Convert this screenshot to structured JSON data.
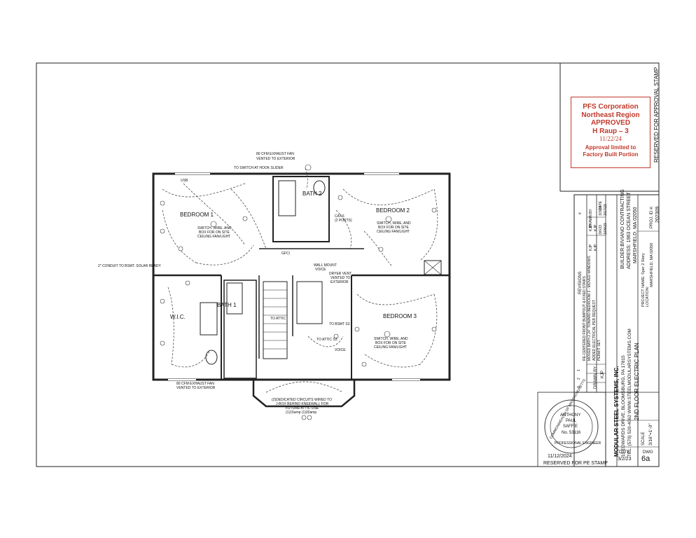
{
  "approval": {
    "line1": "PFS Corporation",
    "line2": "Northeast Region",
    "line3": "APPROVED",
    "line4": "H Raup – 3",
    "date": "11/22/24",
    "note1": "Approval limited to",
    "note2": "Factory Built Portion",
    "reserved_label": "RESERVED FOR APPROVAL STAMP"
  },
  "rooms": {
    "bedroom1": "BEDROOM 1",
    "bedroom2": "BEDROOM 2",
    "bedroom3": "BEDROOM 3",
    "bath1": "BATH 1",
    "bath2": "BATH 2",
    "wic": "W.I.C."
  },
  "notes": {
    "exhaust_top_1": "80 CFM EXHAUST FAN",
    "exhaust_top_2": "VENTED TO EXTERIOR",
    "switch_hook": "TO SWITCH AT HOOK SLIDER",
    "fan_note_1": "SWITCH, WIRE, AND",
    "fan_note_2": "BOX FOR ON SITE",
    "fan_note_3": "CEILING FAN/LIGHT",
    "conduit": "2\" CONDUIT TO BSMT. SOLAR READY",
    "wall_mount": "WALL MOUNT",
    "wall_mount_2": "VOICE",
    "dryer_1": "DRYER VENT",
    "dryer_2": "VENTED TO",
    "dryer_3": "EXTERIOR",
    "cat6": "CAT 6",
    "cat6_2": "(2 PORTS)",
    "to_attic": "TO ATTIC",
    "to_attic_s3": "TO ATTIC S3",
    "to_bsmt": "TO BSMT S3",
    "voice": "VOICE",
    "exhaust_bot_1": "80 CFM EXHAUST FAN",
    "exhaust_bot_2": "VENTED TO EXTERIOR",
    "dedicated_1": "(2)DEDICATED CIRCUITS WIRED TO",
    "dedicated_2": "J-BOX BEHIND KNEEWALL FOR",
    "dedicated_3": "FUTURE ATTIC USE",
    "dedicated_4": "(1)15amp (1)20amp",
    "gfci": "GFCI",
    "usb": "USB"
  },
  "title_block": {
    "company": "MODULAR STEEL SYSTEMS, INC.",
    "address": "11 EDWARDS DRIVE, BLOOMSBURG, PA 17815",
    "phone": "TEL: (570) 520-4062   WWW.STEELMODULARSYSTEMS.COM",
    "drawing_title": "2ND FLOOR ELECTRIC PLAN",
    "builder": "BUILDER:BIVIANO CONTRACTING",
    "builder_address": "ADDRESS: 1963 OCEAN STREET",
    "builder_city": "MARSHFIELD, MA 02050",
    "project_name": "PROJECT NAME: Sper 2 Story",
    "location": "LOCATION:",
    "location_value": "MARSHFIELD, MA 02050",
    "proj_id_label": "PROJ. ID #:",
    "proj_id": "202309",
    "revisions_label": "REVISIONS",
    "drawn_by_label": "DRAWN BY",
    "drawn_by": "KJP",
    "scale_label": "SCALE",
    "scale": "3/16\"=1'-0\"",
    "date_label": "DATE",
    "date": "3/2/23",
    "dwg_label": "DWG",
    "dwg": "6a",
    "pe_stamp_label": "RESERVED FOR PE STAMP",
    "pe_date": "11/12/2024",
    "revisions": [
      {
        "num": "1",
        "desc": "RE-CENTERED FRONT BUMPOUT & FIXED STAIRS",
        "by": "KJP",
        "date": "3/3/23"
      },
      {
        "num": "2",
        "desc": "MOVED BATH 2 24\" TOWARD BEDROOM 2 - MOVED WINDOWS",
        "by": "KJP",
        "date": "3/6/23"
      },
      {
        "num": "3",
        "desc": "ADDED ELECTRICAL PER REQUEST",
        "by": "KJP",
        "date": "3/17/23"
      },
      {
        "num": "4",
        "desc": "PERMIT SET",
        "by": "KJP",
        "date": "10/9/23"
      }
    ]
  },
  "pe_stamp": {
    "ring_text": "COMMONWEALTH OF MASSACHUSETTS",
    "name_1": "ANTHONY",
    "name_2": "PAUL",
    "name_3": "SAFFIE",
    "license": "No. 53116",
    "bottom": "PROFESSIONAL ENGINEER"
  }
}
